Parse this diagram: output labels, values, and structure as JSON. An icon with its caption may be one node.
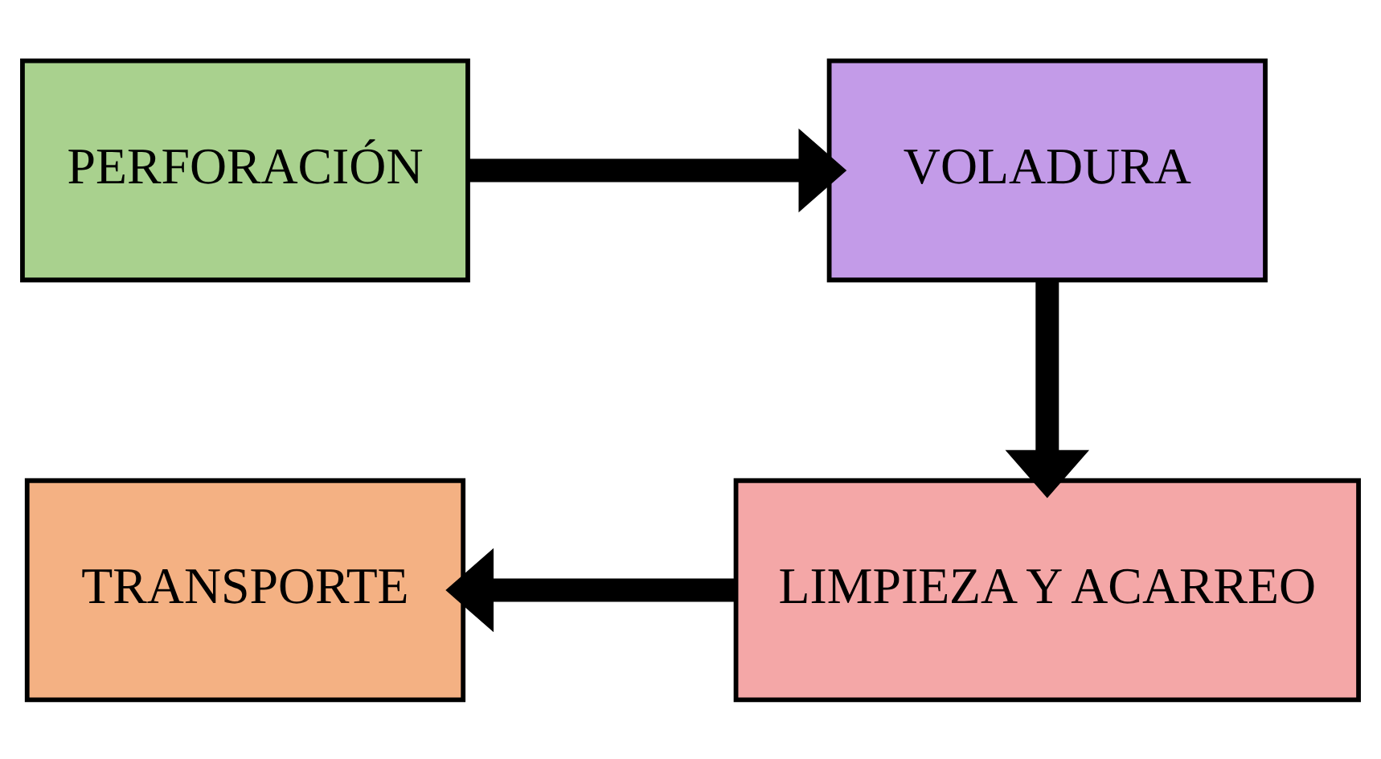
{
  "diagram": {
    "nodes": [
      {
        "text": [
          "PERFORACIÓN"
        ]
      },
      {
        "text": [
          "VOLADURA"
        ]
      },
      {
        "text": [
          "LIMPIEZA Y ACARREO"
        ]
      },
      {
        "text": [
          "TRANSPORTE"
        ]
      }
    ],
    "edges": [
      {
        "from": 0,
        "to": 1,
        "arrow": "to"
      },
      {
        "from": 1,
        "to": 2,
        "arrow": "to"
      },
      {
        "from": 2,
        "to": 3,
        "arrow": "to"
      }
    ]
  }
}
